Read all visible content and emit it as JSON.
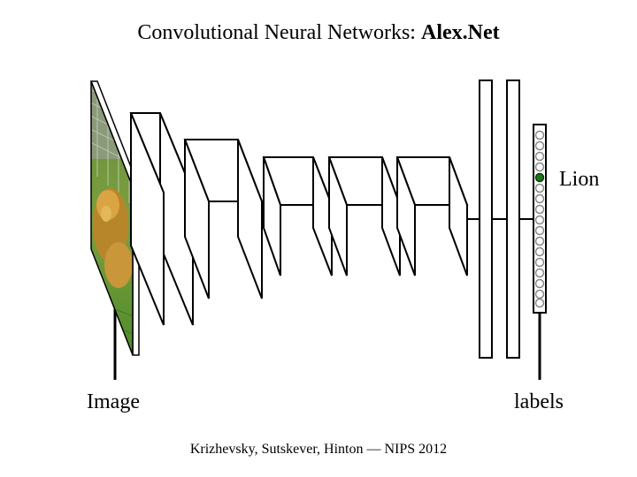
{
  "slide": {
    "title_prefix": "Convolutional Neural Networks: ",
    "title_bold": "Alex.Net",
    "output_label": "Lion",
    "input_label": "Image",
    "labels_label": "labels",
    "citation": "Krizhevsky, Sutskever, Hinton — NIPS 2012"
  },
  "diagram": {
    "image_icon": "lion-photo-icon",
    "highlighted_output_color": "#1a7a1a",
    "layers": [
      "conv1",
      "conv2",
      "conv3",
      "conv4",
      "conv5",
      "fc6",
      "fc7",
      "output"
    ]
  }
}
